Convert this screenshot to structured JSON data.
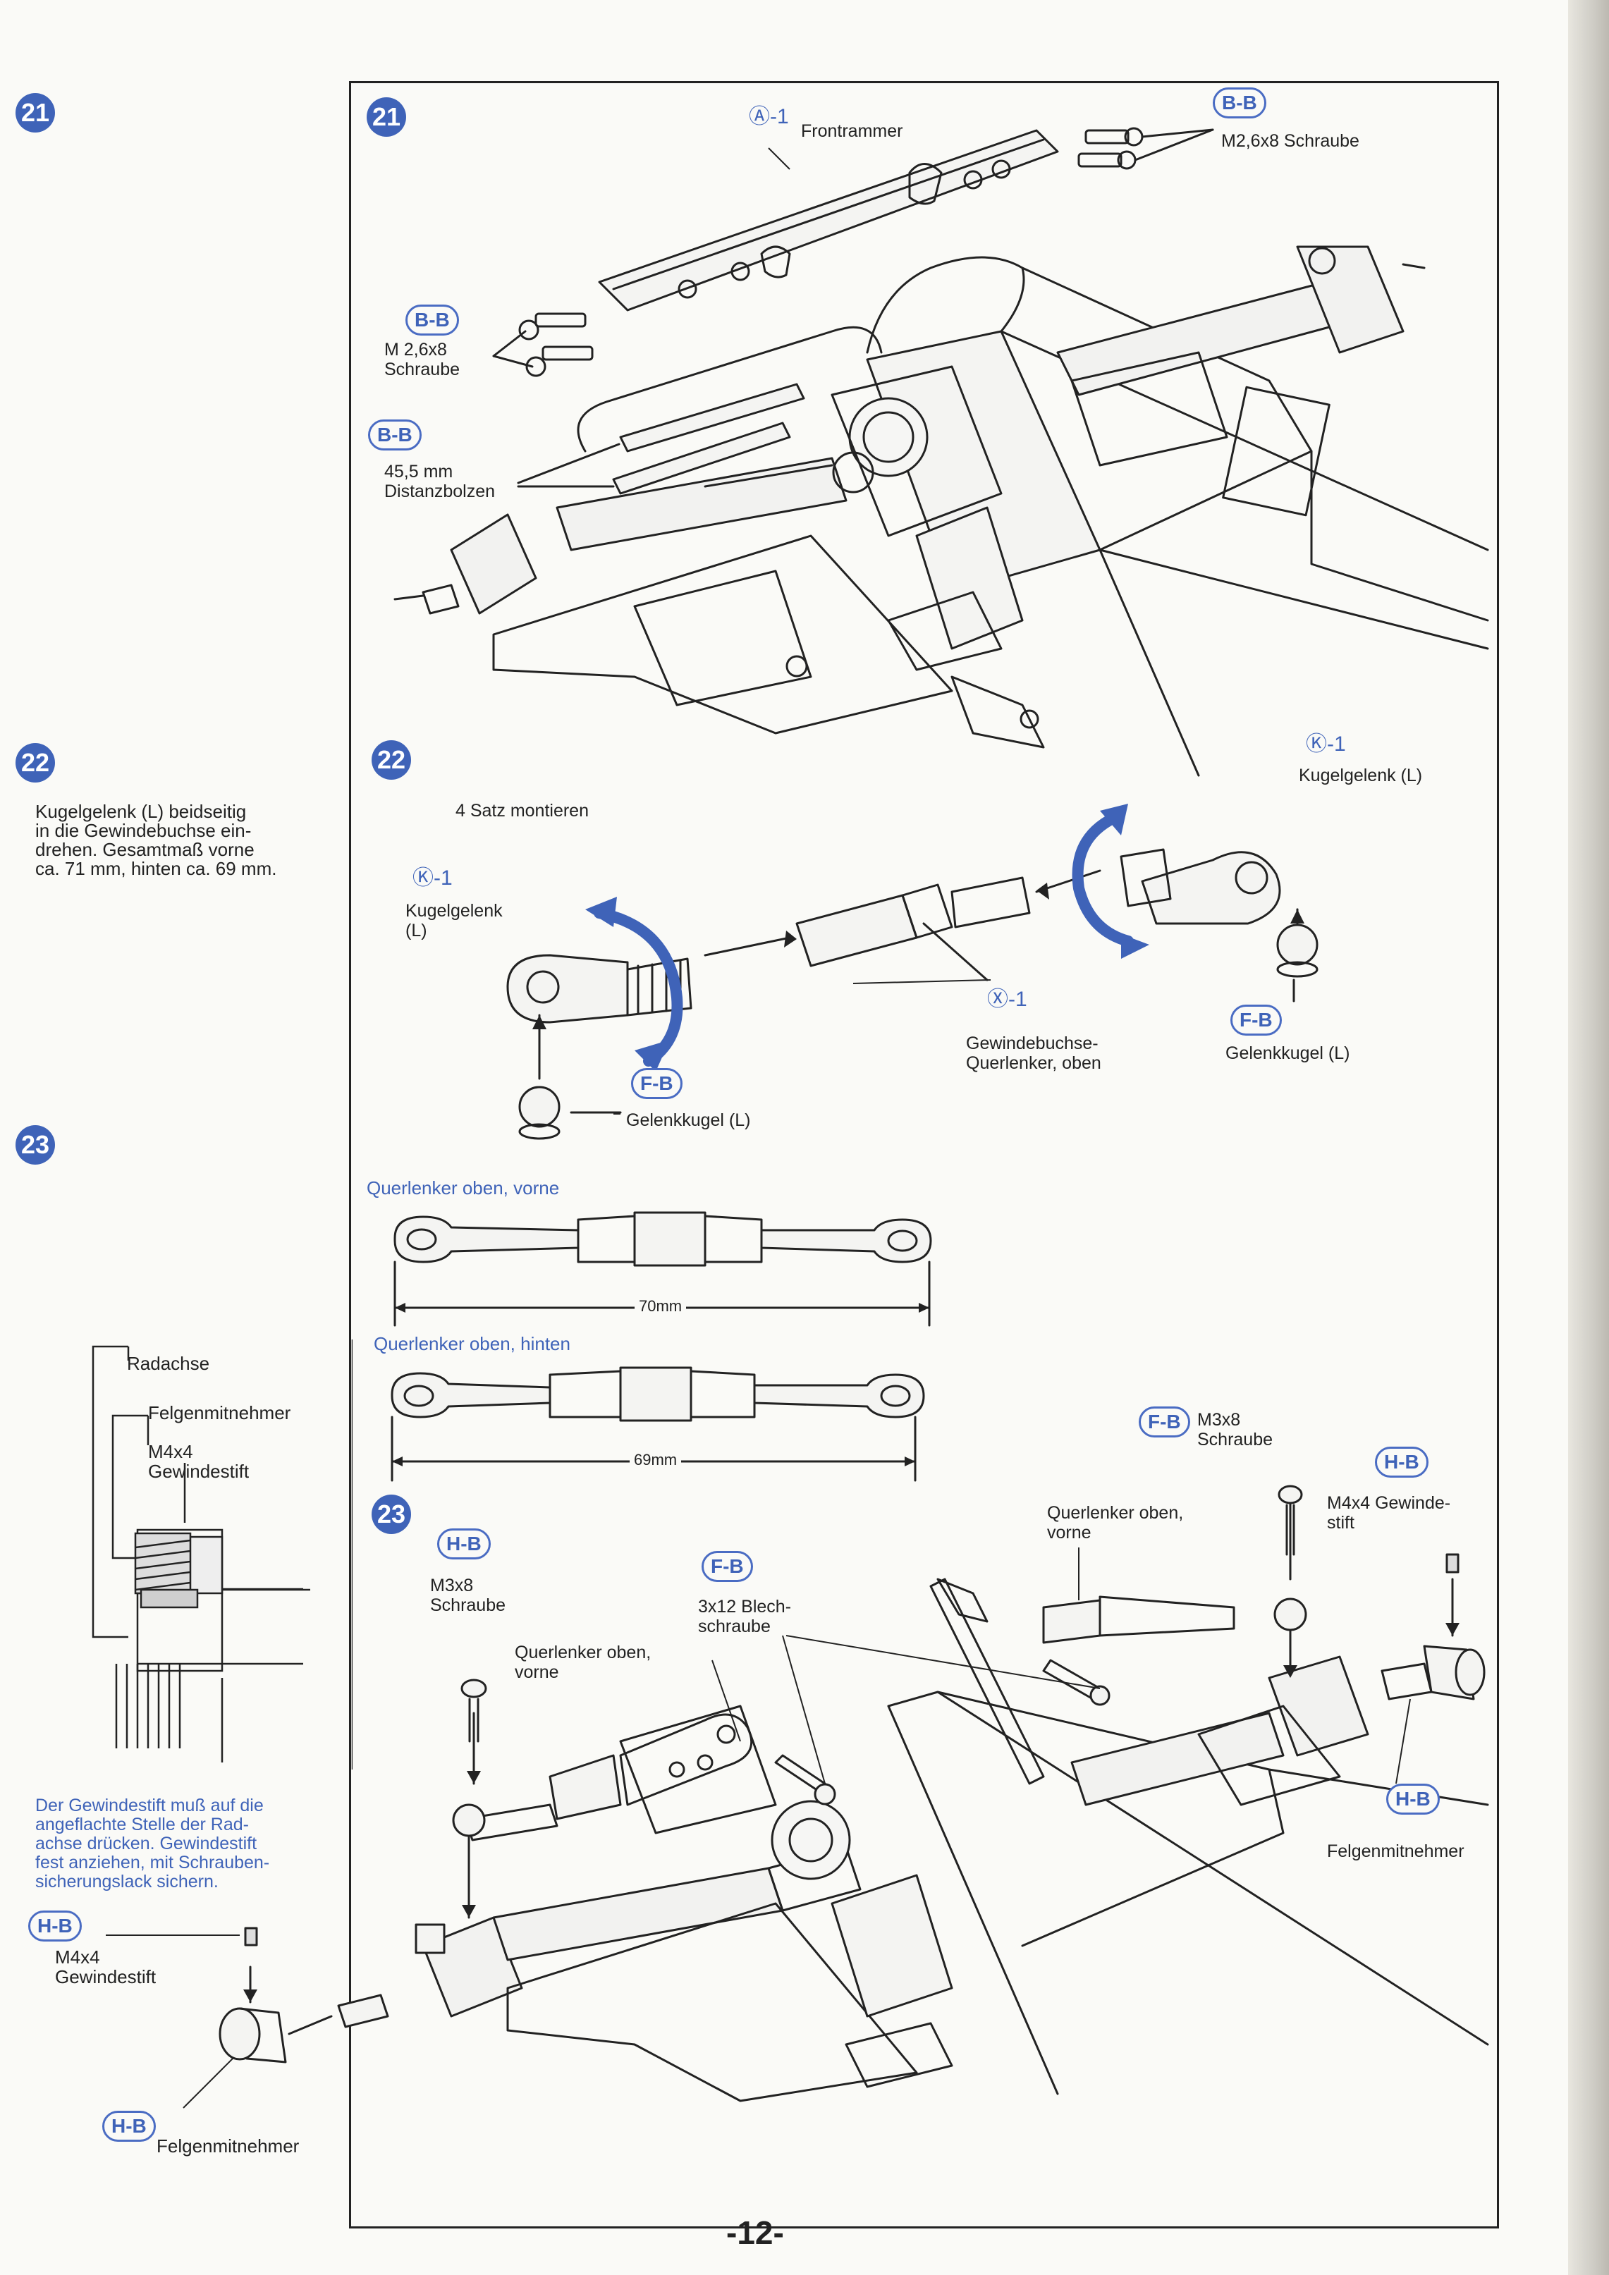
{
  "page": {
    "number": "-12-"
  },
  "steps": {
    "s21": {
      "number": "21"
    },
    "s22": {
      "number": "22"
    },
    "s23": {
      "number": "23"
    }
  },
  "sidebar": {
    "step22_instruction": [
      "Kugelgelenk (L) beidseitig",
      "in die Gewindebuchse ein-",
      "drehen. Gesamtmaß vorne",
      "ca. 71 mm, hinten ca. 69 mm."
    ],
    "axle_labels": {
      "radachse": "Radachse",
      "felgenmitnehmer": "Felgenmitnehmer",
      "set_screw": [
        "M4x4",
        "Gewindestift"
      ]
    },
    "note_blue": [
      "Der Gewindestift muß auf die",
      "angeflachte Stelle der Rad-",
      "achse drücken. Gewindestift",
      "fest anziehen, mit Schrauben-",
      "sicherungslack sichern."
    ],
    "hb_code": "H-B",
    "hb_label": [
      "M4x4",
      "Gewindestift"
    ],
    "hb2_code": "H-B",
    "hb2_label": "Felgenmitnehmer"
  },
  "step21": {
    "a1_ref": "Ⓐ-1",
    "a1_label": "Frontrammer",
    "bb_top_code": "B-B",
    "bb_top_label": "M2,6x8 Schraube",
    "bb_left_code": "B-B",
    "bb_left_label": [
      "M 2,6x8",
      "Schraube"
    ],
    "bb_spacer_code": "B-B",
    "bb_spacer_label": [
      "45,5 mm",
      "Distanzbolzen"
    ]
  },
  "step22": {
    "instruction": "4 Satz montieren",
    "k1_left_ref": "Ⓚ-1",
    "k1_left_label": [
      "Kugelgelenk",
      "(L)"
    ],
    "k1_right_ref": "Ⓚ-1",
    "k1_right_label": "Kugelgelenk (L)",
    "x1_ref": "Ⓧ-1",
    "x1_label": [
      "Gewindebuchse-",
      "Querlenker, oben"
    ],
    "fb_left_code": "F-B",
    "fb_left_label": "Gelenkkugel (L)",
    "fb_right_code": "F-B",
    "fb_right_label": "Gelenkkugel (L)",
    "front_title": "Querlenker oben, vorne",
    "front_dim": "70mm",
    "rear_title": "Querlenker oben, hinten",
    "rear_dim": "69mm"
  },
  "step23": {
    "hb_left_code": "H-B",
    "hb_left_label": [
      "M3x8",
      "Schraube"
    ],
    "fb_mid_code": "F-B",
    "fb_mid_label": [
      "3x12 Blech-",
      "schraube"
    ],
    "ql_left_label": [
      "Querlenker oben,",
      "vorne"
    ],
    "fb_right_code": "F-B",
    "fb_right_label": [
      "M3x8",
      "Schraube"
    ],
    "ql_right_label": [
      "Querlenker oben,",
      "vorne"
    ],
    "hb_right_code": "H-B",
    "hb_right_label": [
      "M4x4 Gewinde-",
      "stift"
    ],
    "hb_right2_code": "H-B",
    "hb_right2_label": "Felgenmitnehmer"
  }
}
